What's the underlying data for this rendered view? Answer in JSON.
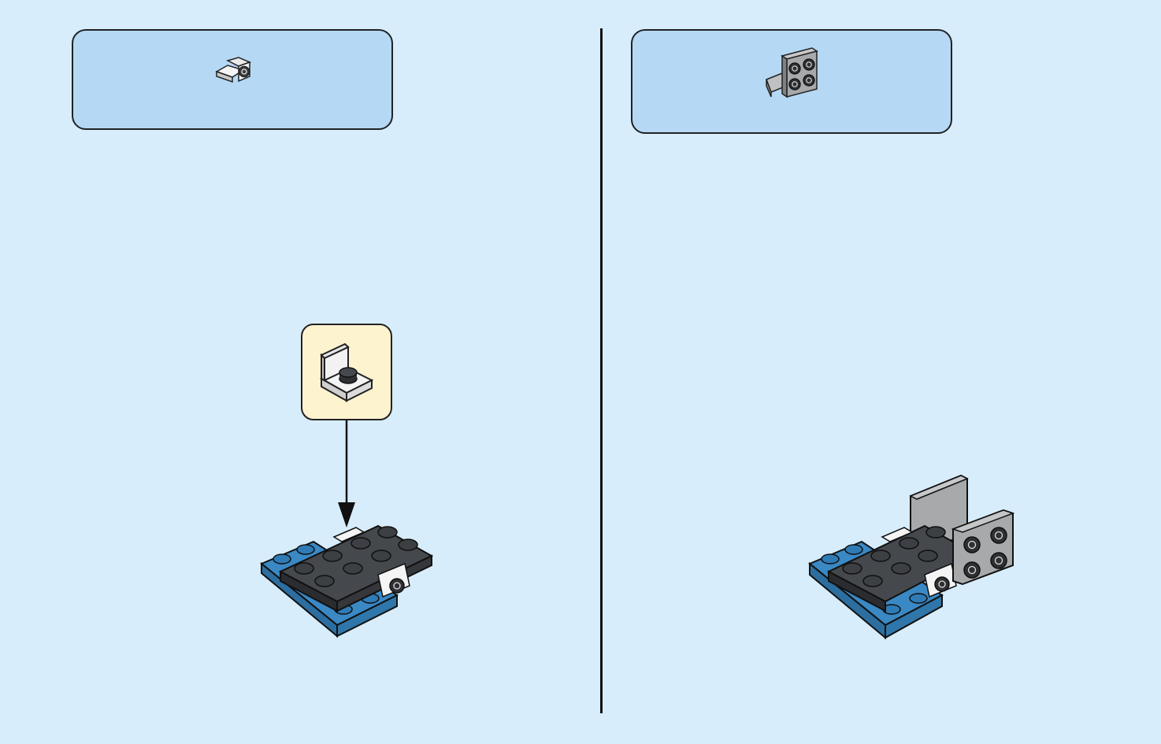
{
  "steps": [
    {
      "parts_list": [
        {
          "part": "white-bracket-1x1-1x1"
        }
      ],
      "callout": {
        "part": "white-bracket-1x1-1x1"
      },
      "assembly": "blue-plate-with-dark-grey-plate"
    },
    {
      "parts_list": [
        {
          "part": "light-grey-bracket-2x2-with-4-studs"
        }
      ],
      "assembly": "assembly-with-grey-panel-and-bracket"
    }
  ],
  "colors": {
    "background": "#d7edfb",
    "parts_box": "#b5d8f5",
    "callout_box": "#fdf3cf",
    "blue_brick": "#3a88c4",
    "dark_grey_brick": "#3c3f43",
    "light_grey_brick": "#a7a9ab",
    "white_brick": "#f4f4f4"
  }
}
